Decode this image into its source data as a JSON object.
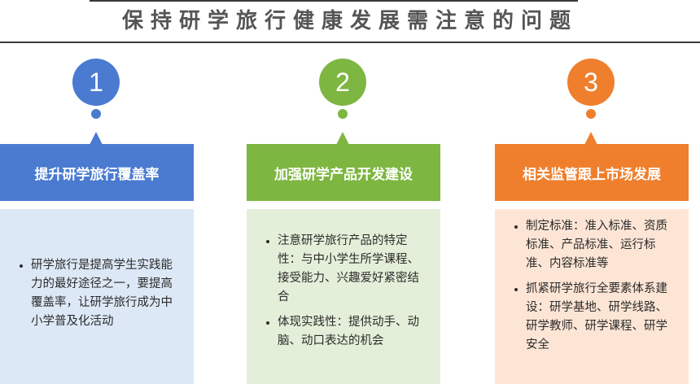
{
  "title": "保持研学旅行健康发展需注意的问题",
  "colors": {
    "blue": "#4a7bd1",
    "green": "#7eb642",
    "orange": "#ef7f2d",
    "blue_light": "#dde8f6",
    "green_light": "#e4efd9",
    "orange_light": "#fde5d5"
  },
  "columns": [
    {
      "number": "1",
      "header": "提升研学旅行覆盖率",
      "bullets": [
        "研学旅行是提高学生实践能力的最好途径之一，要提高覆盖率，让研学旅行成为中小学普及化活动"
      ]
    },
    {
      "number": "2",
      "header": "加强研学产品开发建设",
      "bullets": [
        "注意研学旅行产品的特定性：与中小学生所学课程、接受能力、兴趣爱好紧密结合",
        "体现实践性：提供动手、动脑、动口表达的机会"
      ]
    },
    {
      "number": "3",
      "header": "相关监管跟上市场发展",
      "bullets": [
        "制定标准：准入标准、资质标准、产品标准、运行标准、内容标准等",
        "抓紧研学旅行全要素体系建设：研学基地、研学线路、研学教师、研学课程、研学安全"
      ]
    }
  ]
}
